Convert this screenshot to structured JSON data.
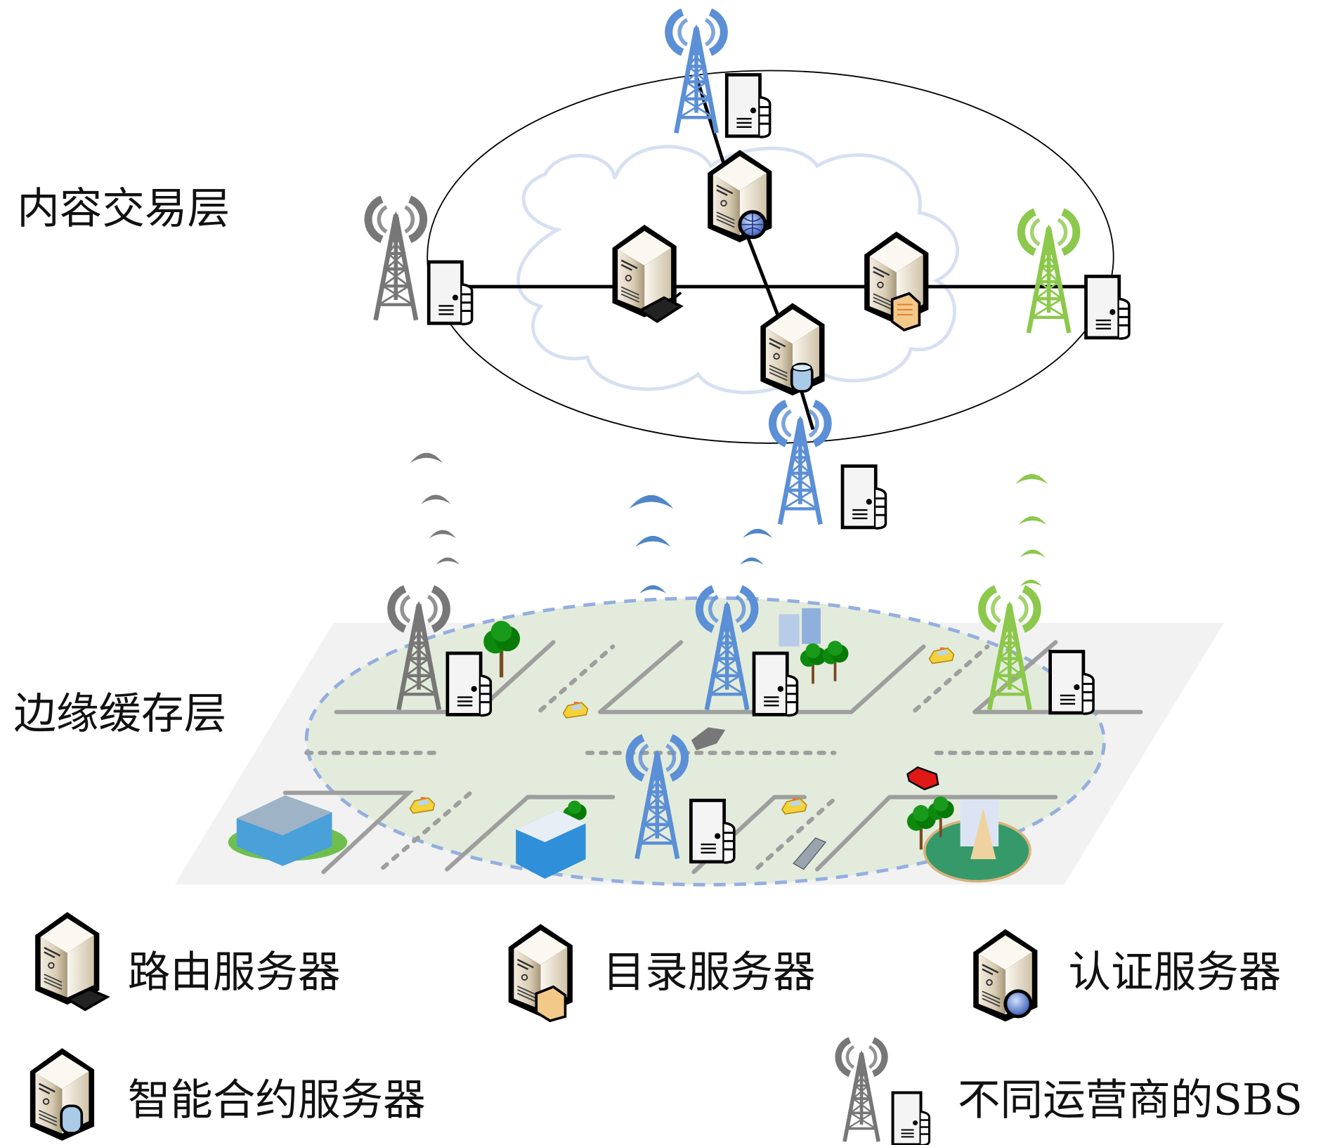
{
  "layers": {
    "top_label": "内容交易层",
    "bottom_label": "边缘缓存层"
  },
  "legend": {
    "items": [
      {
        "key": "routing",
        "label": "路由服务器",
        "icon": "routing-server-icon"
      },
      {
        "key": "directory",
        "label": "目录服务器",
        "icon": "directory-server-icon"
      },
      {
        "key": "auth",
        "label": "认证服务器",
        "icon": "authentication-server-icon"
      },
      {
        "key": "contract",
        "label": "智能合约服务器",
        "icon": "smart-contract-server-icon"
      },
      {
        "key": "sbs",
        "label": "不同运营商的SBS",
        "icon": "sbs-tower-icon"
      }
    ]
  },
  "colors": {
    "operator_blue": "#5b8fd6",
    "operator_gray": "#777777",
    "operator_green": "#8cc84b",
    "cloud_outline": "#d6e0f2",
    "edge_area_fill": "#e3ecdc",
    "edge_area_border": "#94aee0",
    "ground_plane": "#f2f2f2",
    "road": "#9e9e9e"
  }
}
